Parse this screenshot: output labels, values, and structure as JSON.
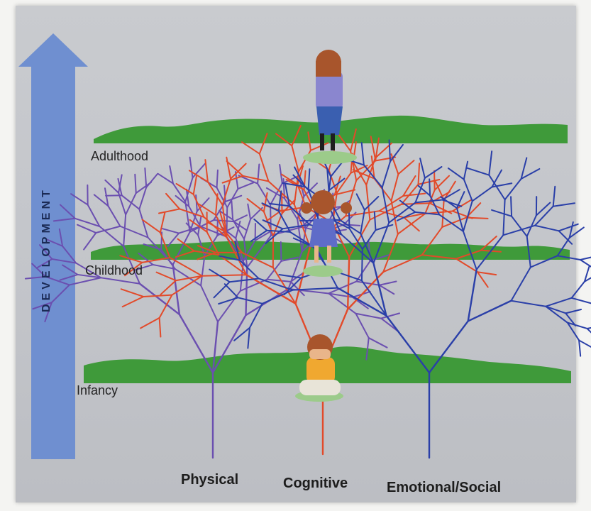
{
  "axis": {
    "label": "DEVELOPMENT"
  },
  "levels": [
    {
      "name": "Adulthood"
    },
    {
      "name": "Childhood"
    },
    {
      "name": "Infancy"
    }
  ],
  "strands": [
    {
      "name": "Physical",
      "color": "#6b4fb0"
    },
    {
      "name": "Cognitive",
      "color": "#e24a2a"
    },
    {
      "name": "Emotional/Social",
      "color": "#2a3fa8"
    }
  ],
  "colors": {
    "ground": "#3f9a3a",
    "arrow": "#6f8fd0",
    "background": "#c6c8cc"
  }
}
